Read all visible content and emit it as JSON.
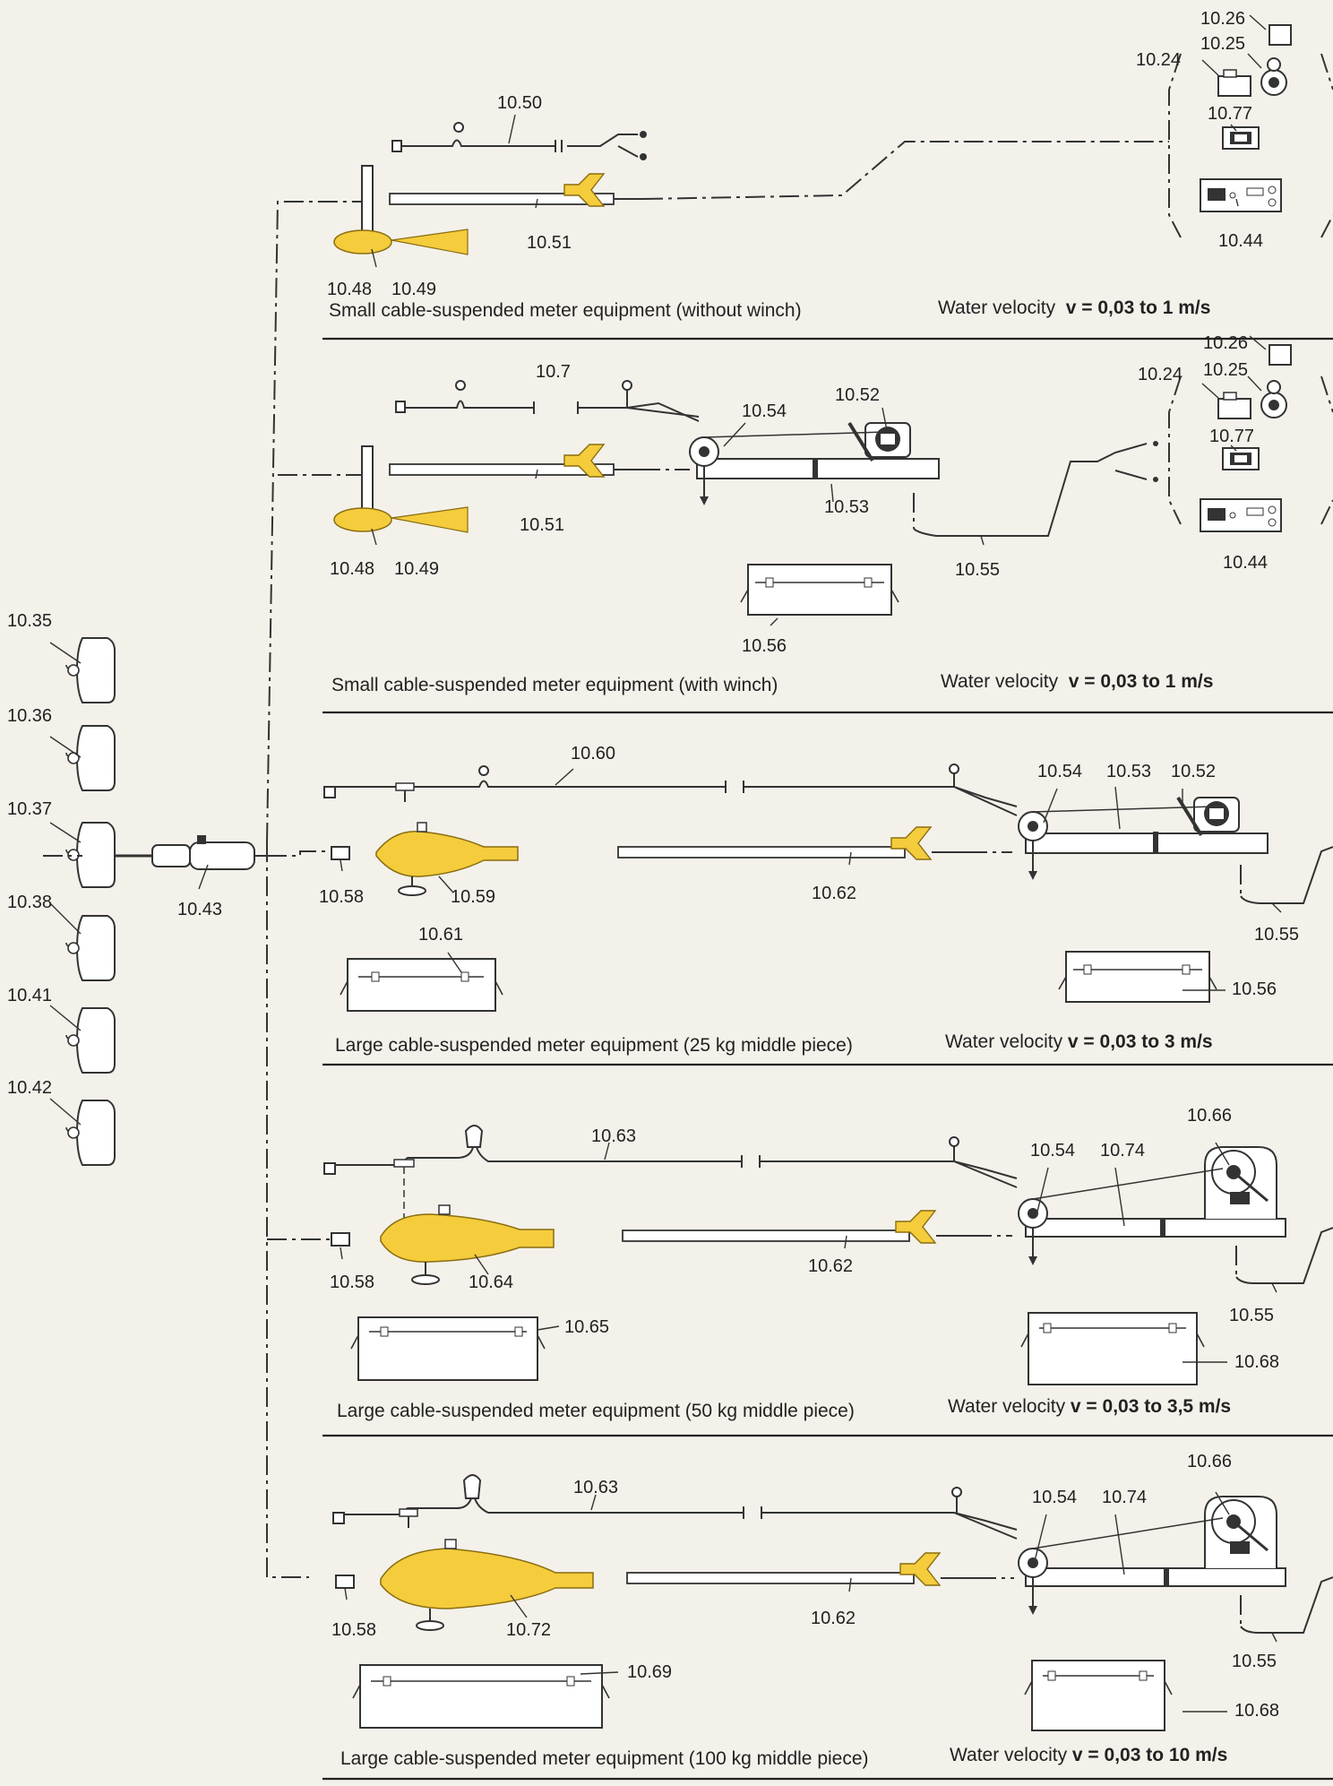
{
  "labels": {
    "l1026a": "10.26",
    "l1025a": "10.25",
    "l1024a": "10.24",
    "l1077a": "10.77",
    "l1044a": "10.44",
    "l1050": "10.50",
    "l1051a": "10.51",
    "l1048a": "10.48",
    "l1049a": "10.49",
    "l1026b": "10.26",
    "l1025b": "10.25",
    "l1024b": "10.24",
    "l1077b": "10.77",
    "l1044b": "10.44",
    "l107": "10.7",
    "l1052a": "10.52",
    "l1054a": "10.54",
    "l1051b": "10.51",
    "l1053a": "10.53",
    "l1048b": "10.48",
    "l1049b": "10.49",
    "l1055a": "10.55",
    "l1056a": "10.56",
    "l1035": "10.35",
    "l1036": "10.36",
    "l1037": "10.37",
    "l1038": "10.38",
    "l1041": "10.41",
    "l1042": "10.42",
    "l1043": "10.43",
    "l1060": "10.60",
    "l1054b": "10.54",
    "l1053b": "10.53",
    "l1052b": "10.52",
    "l1058a": "10.58",
    "l1059": "10.59",
    "l1062a": "10.62",
    "l1055b": "10.55",
    "l1061": "10.61",
    "l1056b": "10.56",
    "l1066a": "10.66",
    "l1063a": "10.63",
    "l1054c": "10.54",
    "l1074a": "10.74",
    "l1058b": "10.58",
    "l1064": "10.64",
    "l1062b": "10.62",
    "l1065": "10.65",
    "l1055c": "10.55",
    "l1068a": "10.68",
    "l1066b": "10.66",
    "l1063b": "10.63",
    "l1054d": "10.54",
    "l1074b": "10.74",
    "l1058c": "10.58",
    "l1072": "10.72",
    "l1062c": "10.62",
    "l1055d": "10.55",
    "l1069": "10.69",
    "l1068b": "10.68"
  },
  "sections": [
    {
      "caption": "Small cable-suspended meter equipment (without winch)",
      "velocity_prefix": "Water velocity  ",
      "velocity_value": "v = 0,03 to 1 m/s"
    },
    {
      "caption": "Small cable-suspended meter equipment (with winch)",
      "velocity_prefix": "Water velocity  ",
      "velocity_value": "v = 0,03 to 1 m/s"
    },
    {
      "caption": "Large cable-suspended meter equipment (25 kg middle piece)",
      "velocity_prefix": "Water velocity ",
      "velocity_value": "v = 0,03 to 3 m/s"
    },
    {
      "caption": "Large cable-suspended meter equipment (50 kg middle piece)",
      "velocity_prefix": "Water velocity ",
      "velocity_value": "v = 0,03 to 3,5 m/s"
    },
    {
      "caption": "Large cable-suspended meter equipment (100 kg middle piece)",
      "velocity_prefix": "Water velocity ",
      "velocity_value": "v = 0,03 to 10 m/s"
    }
  ],
  "colors": {
    "background": "#f3f1ea",
    "highlight": "#f4cc3c",
    "line": "#333333"
  }
}
